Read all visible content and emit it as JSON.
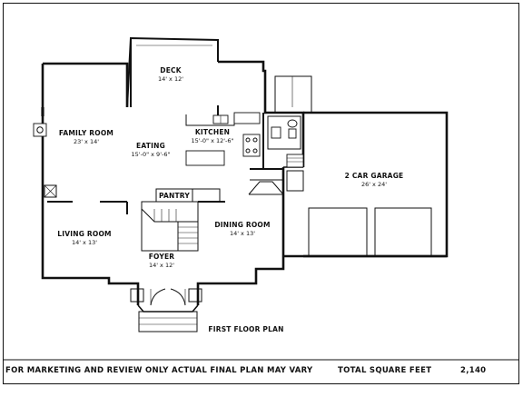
{
  "plan": {
    "title": "FIRST FLOOR PLAN",
    "disclaimer": "FOR MARKETING AND REVIEW ONLY ACTUAL FINAL PLAN MAY VARY",
    "total_label": "TOTAL SQUARE FEET",
    "total_value": "2,140"
  },
  "rooms": {
    "deck": {
      "name": "DECK",
      "dims": "14' x 12'"
    },
    "family": {
      "name": "FAMILY ROOM",
      "dims": "23' x 14'"
    },
    "eating": {
      "name": "EATING",
      "dims": "15'-0\" x 9'-6\""
    },
    "kitchen": {
      "name": "KITCHEN",
      "dims": "15'-0\" x 12'-6\""
    },
    "pantry": {
      "name": "PANTRY"
    },
    "garage": {
      "name": "2 CAR GARAGE",
      "dims": "26' x 24'"
    },
    "living": {
      "name": "LIVING ROOM",
      "dims": "14' x 13'"
    },
    "dining": {
      "name": "DINING ROOM",
      "dims": "14' x 13'"
    },
    "foyer": {
      "name": "FOYER",
      "dims": "14' x 12'"
    }
  }
}
